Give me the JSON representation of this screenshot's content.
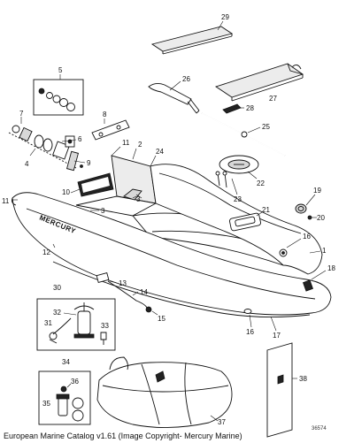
{
  "caption": "European Marine Catalog v1.61 (Image Copyright- Mercury Marine)",
  "drawing_ref": "36574",
  "hull_brand": "MERCURY",
  "callouts": [
    {
      "id": "c1",
      "label": "1"
    },
    {
      "id": "c2",
      "label": "2"
    },
    {
      "id": "c3a",
      "label": "3"
    },
    {
      "id": "c3b",
      "label": "3"
    },
    {
      "id": "c4",
      "label": "4"
    },
    {
      "id": "c5",
      "label": "5"
    },
    {
      "id": "c6",
      "label": "6"
    },
    {
      "id": "c7",
      "label": "7"
    },
    {
      "id": "c8",
      "label": "8"
    },
    {
      "id": "c9",
      "label": "9"
    },
    {
      "id": "c10",
      "label": "10"
    },
    {
      "id": "c11a",
      "label": "11"
    },
    {
      "id": "c11b",
      "label": "11"
    },
    {
      "id": "c12",
      "label": "12"
    },
    {
      "id": "c13",
      "label": "13"
    },
    {
      "id": "c14",
      "label": "14"
    },
    {
      "id": "c15",
      "label": "15"
    },
    {
      "id": "c16a",
      "label": "16"
    },
    {
      "id": "c16b",
      "label": "16"
    },
    {
      "id": "c17",
      "label": "17"
    },
    {
      "id": "c18",
      "label": "18"
    },
    {
      "id": "c19",
      "label": "19"
    },
    {
      "id": "c20",
      "label": "20"
    },
    {
      "id": "c21",
      "label": "21"
    },
    {
      "id": "c22",
      "label": "22"
    },
    {
      "id": "c23",
      "label": "23"
    },
    {
      "id": "c24",
      "label": "24"
    },
    {
      "id": "c25",
      "label": "25"
    },
    {
      "id": "c26",
      "label": "26"
    },
    {
      "id": "c27",
      "label": "27"
    },
    {
      "id": "c28",
      "label": "28"
    },
    {
      "id": "c29",
      "label": "29"
    },
    {
      "id": "c30",
      "label": "30"
    },
    {
      "id": "c31",
      "label": "31"
    },
    {
      "id": "c32",
      "label": "32"
    },
    {
      "id": "c33",
      "label": "33"
    },
    {
      "id": "c34",
      "label": "34"
    },
    {
      "id": "c35",
      "label": "35"
    },
    {
      "id": "c36",
      "label": "36"
    },
    {
      "id": "c37",
      "label": "37"
    },
    {
      "id": "c38",
      "label": "38"
    }
  ]
}
